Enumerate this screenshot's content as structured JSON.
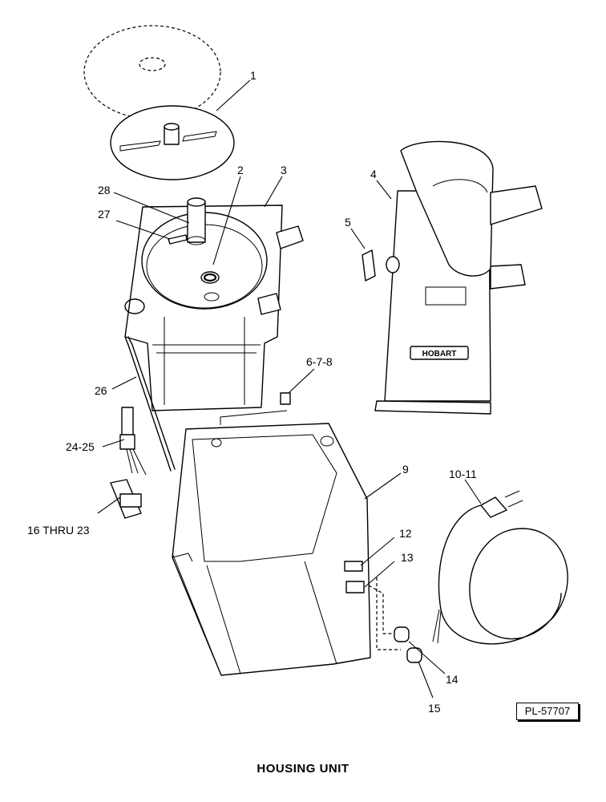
{
  "title": "HOUSING UNIT",
  "reference_code": "PL-57707",
  "brand_plate": "HOBART",
  "callouts": [
    {
      "id": "c1",
      "label": "1"
    },
    {
      "id": "c2",
      "label": "2"
    },
    {
      "id": "c3",
      "label": "3"
    },
    {
      "id": "c4",
      "label": "4"
    },
    {
      "id": "c5",
      "label": "5"
    },
    {
      "id": "c678",
      "label": "6-7-8"
    },
    {
      "id": "c9",
      "label": "9"
    },
    {
      "id": "c1011",
      "label": "10-11"
    },
    {
      "id": "c12",
      "label": "12"
    },
    {
      "id": "c13",
      "label": "13"
    },
    {
      "id": "c14",
      "label": "14"
    },
    {
      "id": "c15",
      "label": "15"
    },
    {
      "id": "c1623",
      "label": "16 THRU 23"
    },
    {
      "id": "c2425",
      "label": "24-25"
    },
    {
      "id": "c26",
      "label": "26"
    },
    {
      "id": "c27",
      "label": "27"
    },
    {
      "id": "c28",
      "label": "28"
    }
  ]
}
